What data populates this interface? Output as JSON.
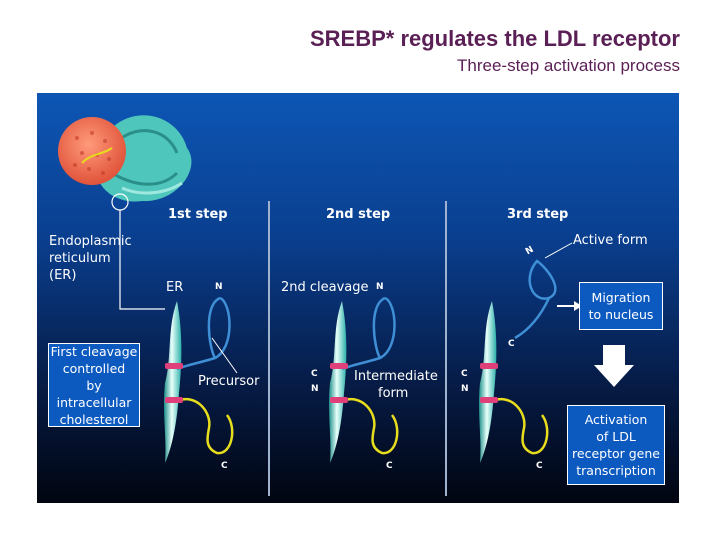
{
  "header": {
    "title": "SREBP* regulates the LDL receptor",
    "subtitle": "Three-step activation process"
  },
  "labels": {
    "er_long": [
      "Endoplasmic",
      "reticulum",
      "(ER)"
    ],
    "er_short": "ER",
    "precursor": "Precursor",
    "second_cleavage": "2nd cleavage",
    "intermediate": [
      "Intermediate",
      "form"
    ],
    "active_form": "Active form",
    "n": "N",
    "c": "C"
  },
  "steps": [
    "1st step",
    "2nd step",
    "3rd step"
  ],
  "boxes": {
    "first_cleavage": [
      "First cleavage",
      "controlled",
      "by intracellular",
      "cholesterol"
    ],
    "migration": [
      "Migration",
      "to nucleus"
    ],
    "activation": [
      "Activation",
      "of LDL",
      "receptor gene",
      "transcription"
    ]
  },
  "colors": {
    "title": "#5a1f55",
    "membrane": "#36b8b0",
    "blue_loop": "#3f8fd6",
    "yellow_loop": "#e8dd1c",
    "cleavage_site": "#e0407a",
    "box_fill": "#0c5ac0"
  }
}
